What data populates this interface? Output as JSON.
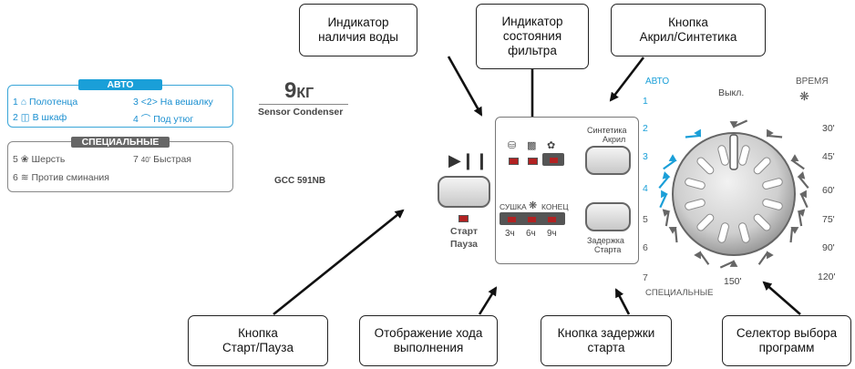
{
  "callouts": {
    "water": "Индикатор\nналичия воды",
    "filter": "Индикатор\nсостояния\nфильтра",
    "acryl": "Кнопка\nАкрил/Синтетика",
    "startpause": "Кнопка\nСтарт/Пауза",
    "progress": "Отображение хода\nвыполнения",
    "delay": "Кнопка задержки\nстарта",
    "selector": "Селектор выбора\nпрограмм"
  },
  "legend": {
    "auto_header": "АВТО",
    "auto_items": [
      {
        "num": "1",
        "icon": "towel-icon",
        "label": "Полотенца"
      },
      {
        "num": "3",
        "icon": "hanger-icon",
        "label": "На вешалку"
      },
      {
        "num": "2",
        "icon": "wardrobe-icon",
        "label": "В шкаф"
      },
      {
        "num": "4",
        "icon": "iron-icon",
        "label": "Под утюг"
      }
    ],
    "special_header": "СПЕЦИАЛЬНЫЕ",
    "special_items": [
      {
        "num": "5",
        "icon": "wool-icon",
        "label": "Шерсть"
      },
      {
        "num": "7",
        "icon": "fast-icon",
        "icon_text": "40'",
        "label": "Быстрая"
      },
      {
        "num": "6",
        "icon": "anti-crease-icon",
        "label": "Против сминания"
      }
    ]
  },
  "brand": {
    "capacity_num": "9",
    "capacity_unit": "КГ",
    "tagline": "Sensor Condenser",
    "model": "GCC 591NB"
  },
  "start": {
    "icon": "play-pause-icon",
    "label_line1": "Старт",
    "label_line2": "Пауза"
  },
  "panel": {
    "acryl_line1": "Синтетика",
    "acryl_line2": "Акрил",
    "progress_labels": [
      "СУШКА",
      "КОНЕЦ"
    ],
    "delay_hours": [
      "3ч",
      "6ч",
      "9ч"
    ],
    "delay_line1": "Задержка",
    "delay_line2": "Старта",
    "indicator_icons": [
      "water-tank-icon",
      "filter-icon",
      "acryl-icon"
    ]
  },
  "dial": {
    "auto_label": "АВТО",
    "special_label": "СПЕЦИАЛЬНЫЕ",
    "time_label": "ВРЕМЯ",
    "off_label": "Выкл.",
    "left_numbers": [
      "1",
      "2",
      "3",
      "4",
      "5",
      "6",
      "7"
    ],
    "right_times": [
      "30'",
      "45'",
      "60'",
      "75'",
      "90'",
      "120'"
    ],
    "bottom_time": "150'"
  },
  "colors": {
    "accent_blue": "#1a9fd8",
    "led_red": "#b22222",
    "outline": "#222222"
  }
}
